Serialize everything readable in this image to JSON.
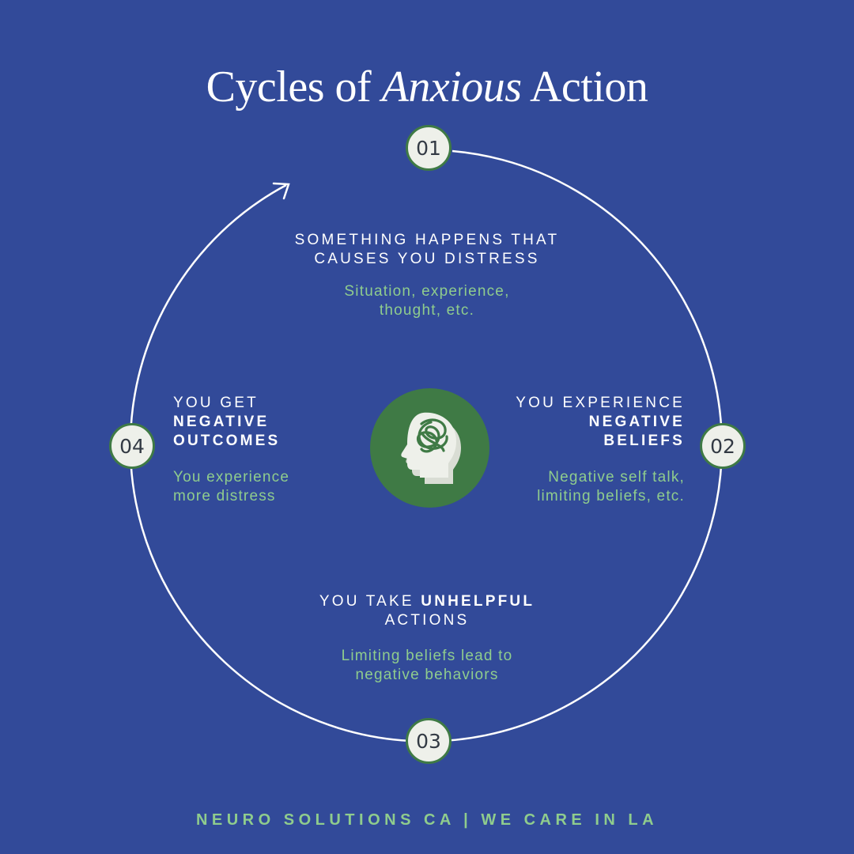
{
  "title": {
    "part1": "Cycles of",
    "emphasis": "Anxious",
    "part2": "Action"
  },
  "steps": [
    {
      "number": "01",
      "heading": "SOMETHING HAPPENS THAT CAUSES YOU DISTRESS",
      "heading_bold": "",
      "heading_line2": "",
      "subtext_line1": "Situation, experience,",
      "subtext_line2": "thought, etc."
    },
    {
      "number": "02",
      "heading": "YOU EXPERIENCE",
      "heading_bold": "NEGATIVE",
      "heading_line2": "BELIEFS",
      "subtext_line1": "Negative self talk,",
      "subtext_line2": "limiting beliefs, etc."
    },
    {
      "number": "03",
      "heading": "YOU TAKE",
      "heading_bold": "UNHELPFUL",
      "heading_line2": "ACTIONS",
      "subtext_line1": "Limiting beliefs lead to",
      "subtext_line2": "negative behaviors"
    },
    {
      "number": "04",
      "heading": "YOU GET",
      "heading_bold": "NEGATIVE",
      "heading_line2": "OUTCOMES",
      "subtext_line1": "You experience",
      "subtext_line2": "more distress"
    }
  ],
  "step1_heading_line1": "SOMETHING HAPPENS THAT",
  "step1_heading_line2": "CAUSES YOU DISTRESS",
  "center_icon": "tangled-mind-head-icon",
  "footer": "NEURO SOLUTIONS CA | WE CARE IN LA",
  "colors": {
    "background": "#324a99",
    "accent_green": "#3f7a45",
    "subtext_green": "#8fcc8d",
    "node_fill": "#eef0ea",
    "text_white": "#ffffff"
  }
}
